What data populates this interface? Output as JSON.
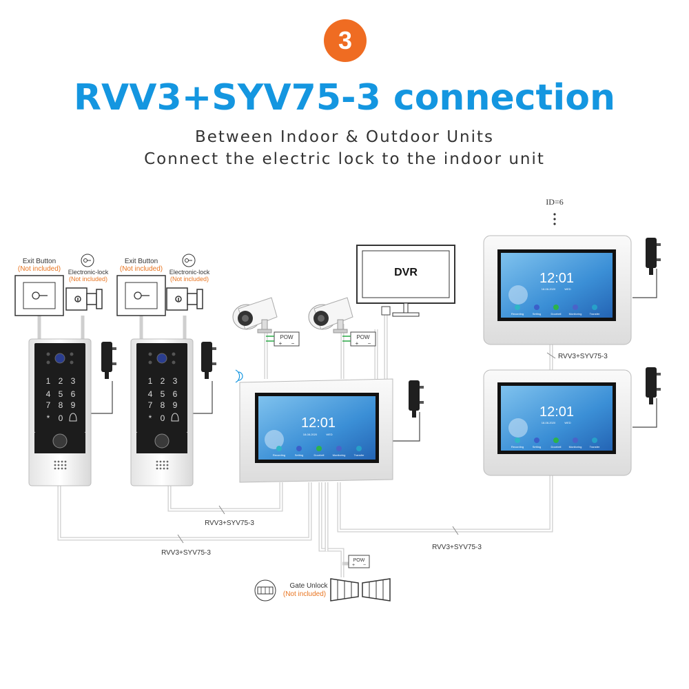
{
  "header": {
    "step_number": "3",
    "title": "RVV3+SYV75-3 connection",
    "subtitle_line1": "Between Indoor & Outdoor Units",
    "subtitle_line2": "Connect the electric lock to the indoor unit"
  },
  "accessories": {
    "exit_button_label": "Exit Button",
    "not_included": "(Not included)",
    "electronic_lock_label": "Electronic-lock"
  },
  "keypad": [
    "1",
    "2",
    "3",
    "4",
    "5",
    "6",
    "7",
    "8",
    "9",
    "*",
    "0"
  ],
  "dvr_label": "DVR",
  "pow_label": "POW",
  "pow_plus": "+",
  "pow_minus": "−",
  "id_label": "ID=6",
  "monitor": {
    "time": "12:01",
    "date": "18-08-2020",
    "day": "WED",
    "apps": [
      "Recording",
      "Setting",
      "Doorbell",
      "Monitoring",
      "Transfer"
    ]
  },
  "cable_label": "RVV3+SYV75-3",
  "gate_unlock_label": "Gate Unlock",
  "colors": {
    "title_blue": "#1496e0",
    "badge_orange": "#ef6c22",
    "note_orange": "#e8741f"
  }
}
